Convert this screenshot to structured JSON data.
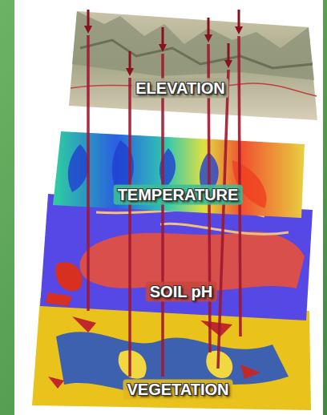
{
  "diagram": {
    "labels": [
      "ELEVATION",
      "TEMPERATURE",
      "SOIL pH",
      "VEGETATION"
    ]
  }
}
